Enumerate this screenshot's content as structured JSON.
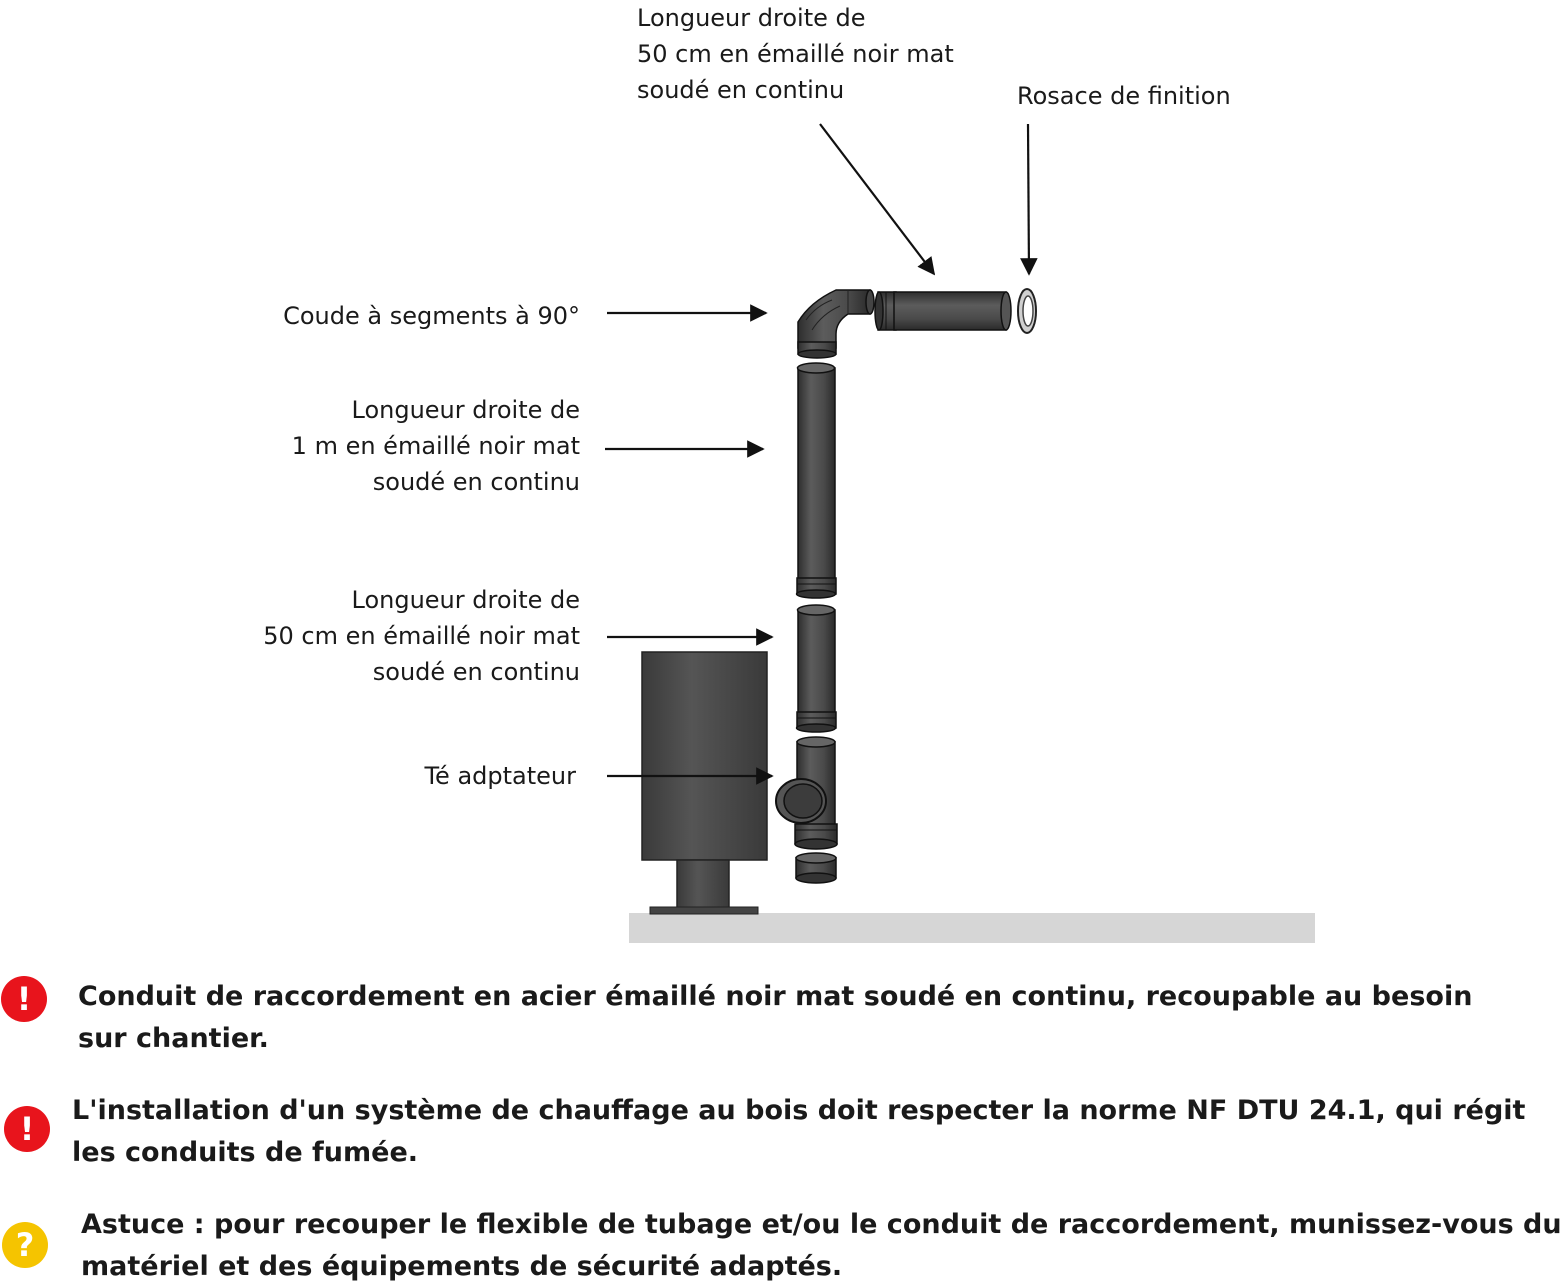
{
  "labels": {
    "top_straight": [
      "Longueur droite de",
      "50 cm en émaillé noir mat",
      "soudé en continu"
    ],
    "rosace": "Rosace de finition",
    "elbow": "Coude à segments à 90°",
    "long_straight": [
      "Longueur droite de",
      "1 m en émaillé noir mat",
      "soudé en continu"
    ],
    "short_straight": [
      "Longueur droite de",
      "50 cm en émaillé noir mat",
      "soudé en continu"
    ],
    "tee": "Té adptateur"
  },
  "notes": [
    {
      "icon": "!",
      "lines": [
        "Conduit de raccordement en acier émaillé noir mat soudé en continu, recoupable au besoin",
        "sur chantier."
      ]
    },
    {
      "icon": "!",
      "lines": [
        "L'installation d'un système de chauffage au bois doit respecter la norme NF DTU 24.1, qui régit",
        "les conduits de fumée."
      ]
    },
    {
      "icon": "?",
      "lines": [
        "Astuce : pour recouper le flexible de tubage et/ou le conduit de raccordement, munissez-vous du",
        "matériel et des équipements de sécurité adaptés."
      ]
    }
  ],
  "colors": {
    "warning": "#e8141c",
    "tip": "#f5c400",
    "pipe": "#4a4a4a",
    "floor": "#d6d6d6"
  }
}
